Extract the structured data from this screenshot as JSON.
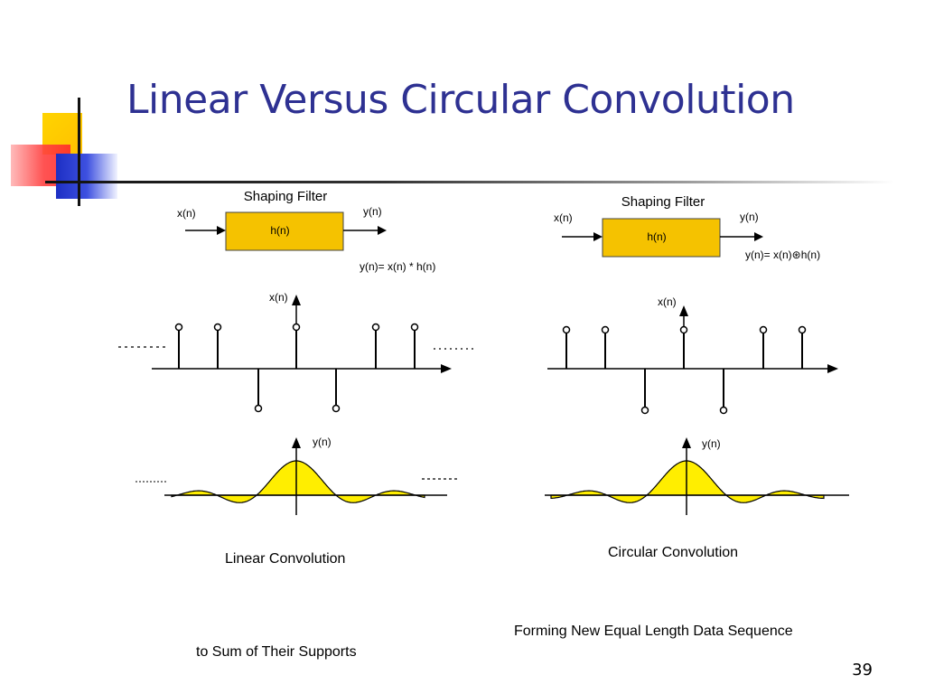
{
  "title": "Linear Versus Circular Convolution",
  "page_number": "39",
  "colors": {
    "title": "#2e3192",
    "filter_box": "#f5c200",
    "waveform_fill": "#ffee00",
    "deco_yellow": "#ffcc00",
    "deco_red": "#ff3b30",
    "deco_blue": "#2c3ecf"
  },
  "linear": {
    "filter_title": "Shaping Filter",
    "input_label": "x(n)",
    "output_label": "y(n)",
    "filter_label": "h(n)",
    "equation": "y(n)= x(n) * h(n)",
    "input_signal_label": "x(n)",
    "output_signal_label": "y(n)",
    "caption": "Linear Convolution",
    "footnote": "to Sum of Their Supports"
  },
  "circular": {
    "filter_title": "Shaping Filter",
    "input_label": "x(n)",
    "output_label": "y(n)",
    "filter_label": "h(n)",
    "equation": "y(n)= x(n)⊛h(n)",
    "input_signal_label": "x(n)",
    "output_signal_label": "y(n)",
    "caption": "Circular Convolution",
    "footnote": "Forming New Equal Length Data Sequence"
  }
}
